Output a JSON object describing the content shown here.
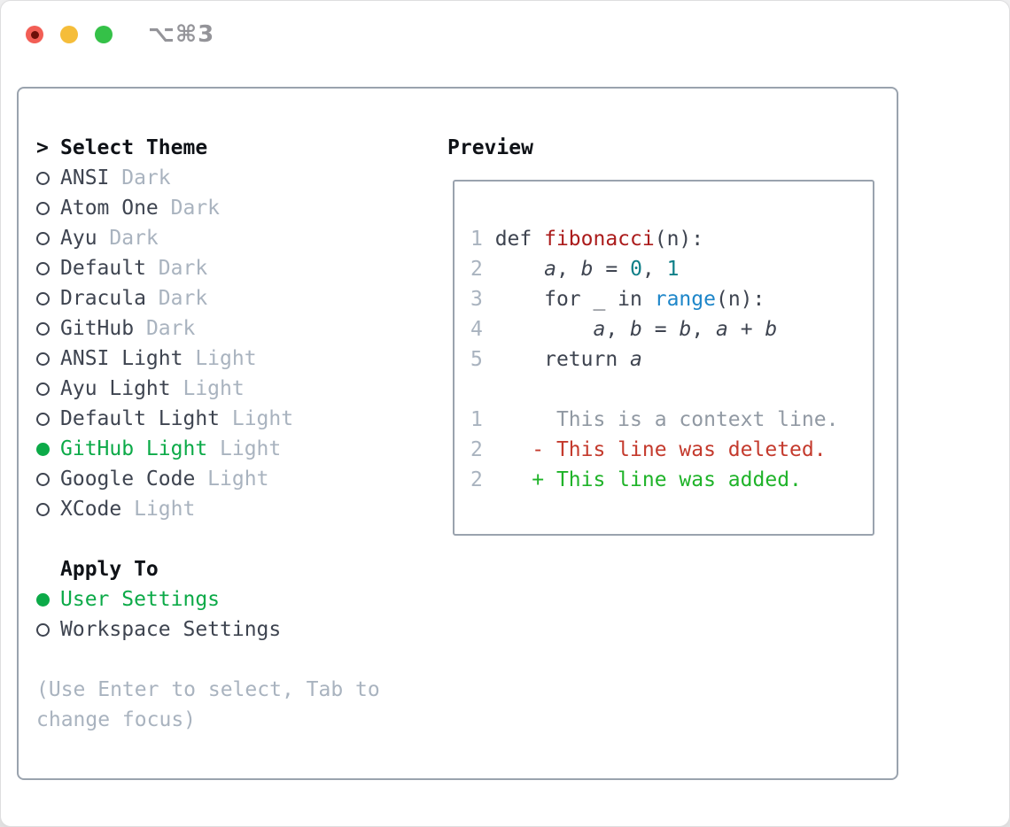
{
  "window": {
    "shortcut": "⌥⌘3"
  },
  "theme_list": {
    "header_prefix": ">",
    "header": "Select Theme",
    "items": [
      {
        "name": "ANSI",
        "variant": "Dark",
        "selected": false
      },
      {
        "name": "Atom One",
        "variant": "Dark",
        "selected": false
      },
      {
        "name": "Ayu",
        "variant": "Dark",
        "selected": false
      },
      {
        "name": "Default",
        "variant": "Dark",
        "selected": false
      },
      {
        "name": "Dracula",
        "variant": "Dark",
        "selected": false
      },
      {
        "name": "GitHub",
        "variant": "Dark",
        "selected": false
      },
      {
        "name": "ANSI Light",
        "variant": "Light",
        "selected": false
      },
      {
        "name": "Ayu Light",
        "variant": "Light",
        "selected": false
      },
      {
        "name": "Default Light",
        "variant": "Light",
        "selected": false
      },
      {
        "name": "GitHub Light",
        "variant": "Light",
        "selected": true
      },
      {
        "name": "Google Code",
        "variant": "Light",
        "selected": false
      },
      {
        "name": "XCode",
        "variant": "Light",
        "selected": false
      }
    ]
  },
  "apply_to": {
    "header": "Apply To",
    "items": [
      {
        "name": "User Settings",
        "selected": true
      },
      {
        "name": "Workspace Settings",
        "selected": false
      }
    ]
  },
  "hint": {
    "lines": [
      "(Use Enter to select, Tab to",
      "change focus)"
    ]
  },
  "preview": {
    "title": "Preview",
    "colors": {
      "fg": "#3e4450",
      "dim": "#a9b3bf",
      "ctx": "#9199a3",
      "func": "#ab1b1b",
      "num": "#0f7f88",
      "blt": "#1e86c9",
      "del": "#c43a2d",
      "add": "#1fb329"
    },
    "selection_color": "#0caa48",
    "code_lines": [
      [
        {
          "t": "1 ",
          "c": "dim"
        },
        {
          "t": "def ",
          "c": "fg"
        },
        {
          "t": "fibonacci",
          "c": "func"
        },
        {
          "t": "(n):",
          "c": "fg"
        }
      ],
      [
        {
          "t": "2     ",
          "c": "dim"
        },
        {
          "t": "a",
          "c": "fg",
          "i": true
        },
        {
          "t": ", ",
          "c": "fg"
        },
        {
          "t": "b",
          "c": "fg",
          "i": true
        },
        {
          "t": " = ",
          "c": "fg"
        },
        {
          "t": "0",
          "c": "num"
        },
        {
          "t": ", ",
          "c": "fg"
        },
        {
          "t": "1",
          "c": "num"
        }
      ],
      [
        {
          "t": "3     ",
          "c": "dim"
        },
        {
          "t": "for _ in ",
          "c": "fg"
        },
        {
          "t": "range",
          "c": "blt"
        },
        {
          "t": "(n):",
          "c": "fg"
        }
      ],
      [
        {
          "t": "4         ",
          "c": "dim"
        },
        {
          "t": "a",
          "c": "fg",
          "i": true
        },
        {
          "t": ", ",
          "c": "fg"
        },
        {
          "t": "b",
          "c": "fg",
          "i": true
        },
        {
          "t": " = ",
          "c": "fg"
        },
        {
          "t": "b",
          "c": "fg",
          "i": true
        },
        {
          "t": ", ",
          "c": "fg"
        },
        {
          "t": "a",
          "c": "fg",
          "i": true
        },
        {
          "t": " + ",
          "c": "fg"
        },
        {
          "t": "b",
          "c": "fg",
          "i": true
        }
      ],
      [
        {
          "t": "5     ",
          "c": "dim"
        },
        {
          "t": "return ",
          "c": "fg"
        },
        {
          "t": "a",
          "c": "fg",
          "i": true
        }
      ],
      [],
      [
        {
          "t": "1      ",
          "c": "dim"
        },
        {
          "t": "This is a context line.",
          "c": "ctx"
        }
      ],
      [
        {
          "t": "2    ",
          "c": "dim"
        },
        {
          "t": "- This line was deleted.",
          "c": "del"
        }
      ],
      [
        {
          "t": "2    ",
          "c": "dim"
        },
        {
          "t": "+ This line was added.",
          "c": "add"
        }
      ]
    ]
  }
}
